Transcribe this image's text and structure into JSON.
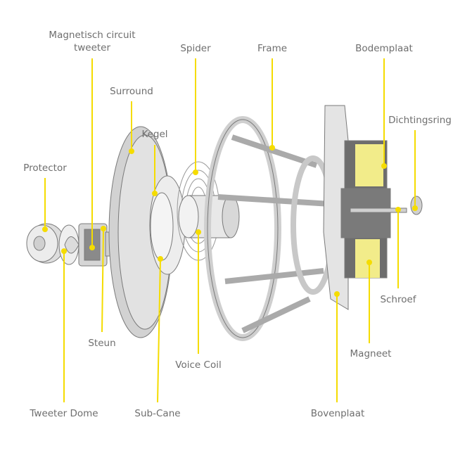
{
  "accent_color": "#f5dc00",
  "labels": [
    {
      "id": "magnetisch",
      "text": "Magnetisch circuit",
      "text2": "tweeter"
    },
    {
      "id": "spider",
      "text": "Spider"
    },
    {
      "id": "frame",
      "text": "Frame"
    },
    {
      "id": "bodemplaat",
      "text": "Bodemplaat"
    },
    {
      "id": "surround",
      "text": "Surround"
    },
    {
      "id": "kegel",
      "text": "Kegel"
    },
    {
      "id": "dichtingsring",
      "text": "Dichtingsring"
    },
    {
      "id": "protector",
      "text": "Protector"
    },
    {
      "id": "schroef",
      "text": "Schroef"
    },
    {
      "id": "steun",
      "text": "Steun"
    },
    {
      "id": "magneet",
      "text": "Magneet"
    },
    {
      "id": "voicecoil",
      "text": "Voice Coil"
    },
    {
      "id": "tweeterdome",
      "text": "Tweeter Dome"
    },
    {
      "id": "subcane",
      "text": "Sub-Cane"
    },
    {
      "id": "bovenplaat",
      "text": "Bovenplaat"
    }
  ]
}
